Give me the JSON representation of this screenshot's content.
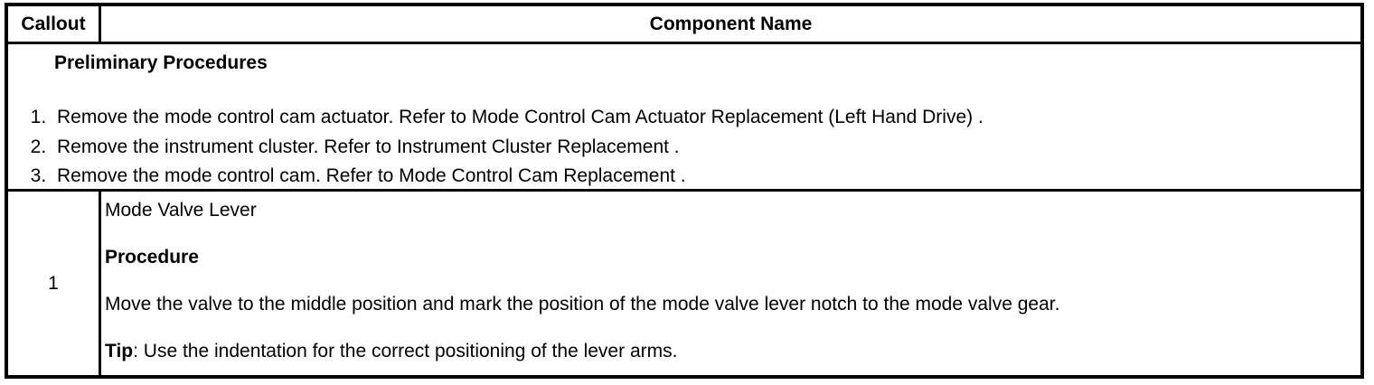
{
  "table": {
    "header": {
      "callout": "Callout",
      "component_name": "Component Name"
    },
    "preliminary": {
      "title": "Preliminary Procedures",
      "steps": [
        "Remove the mode control cam actuator. Refer to Mode Control Cam Actuator Replacement (Left Hand Drive) .",
        "Remove the instrument cluster. Refer to Instrument Cluster Replacement .",
        "Remove the mode control cam. Refer to Mode Control Cam Replacement ."
      ]
    },
    "rows": [
      {
        "callout": "1",
        "component": "Mode Valve Lever",
        "procedure_label": "Procedure",
        "procedure_text": "Move the valve to the middle position and mark the position of the mode valve lever notch to the mode valve gear.",
        "tip_label": "Tip",
        "tip_text": ": Use the indentation for the correct positioning of the lever arms."
      }
    ]
  },
  "colors": {
    "border": "#000000",
    "text": "#000000",
    "background": "#ffffff"
  }
}
